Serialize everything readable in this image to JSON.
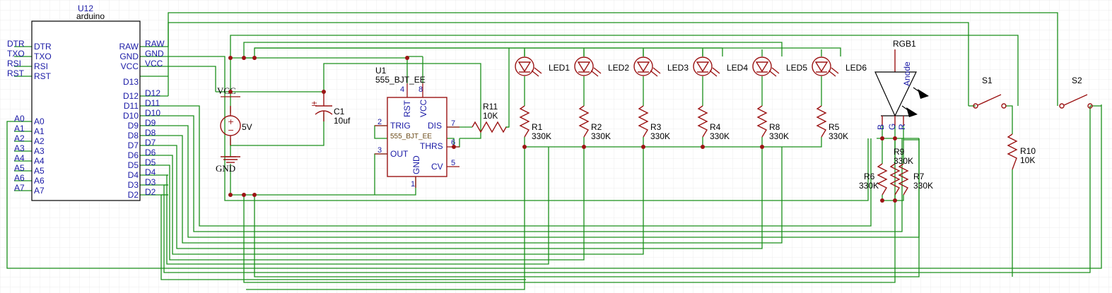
{
  "colors": {
    "wire": "#1a8f1a",
    "part": "#9b1414",
    "text": "#1a1aa6",
    "grid": "#e8e8e8"
  },
  "arduino": {
    "ref_overlap": "U12",
    "name": "arduino",
    "left_pins": [
      "DTR",
      "TXO",
      "RSI",
      "RST"
    ],
    "left_nets": [
      "DTR",
      "TXO",
      "RSI",
      "RST"
    ],
    "left_analog": [
      "A0",
      "A1",
      "A2",
      "A3",
      "A4",
      "A5",
      "A6",
      "A7"
    ],
    "left_analog_nets": [
      "A0",
      "A1",
      "A2",
      "A3",
      "A4",
      "A5",
      "A6",
      "A7"
    ],
    "right_pins": [
      "RAW",
      "GND",
      "VCC",
      "D13",
      "D12",
      "D11",
      "D10",
      "D9",
      "D8",
      "D7",
      "D6",
      "D5",
      "D4",
      "D3",
      "D2"
    ],
    "right_nets": [
      "RAW",
      "GND",
      "VCC",
      "",
      "D12",
      "D11",
      "D10",
      "D9",
      "D8",
      "D7",
      "D6",
      "D5",
      "D4",
      "D3",
      "D2"
    ]
  },
  "timer": {
    "ref": "U1",
    "value": "555_BJT_EE",
    "inner_value": "555_BJT_EE",
    "pins": {
      "rst": "RST",
      "vcc": "VCC",
      "trig": "TRIG",
      "dis": "DIS",
      "thrs": "THRS",
      "out": "OUT",
      "gnd": "GND",
      "cv": "CV"
    },
    "pin_nums": {
      "rst": "4",
      "vcc": "8",
      "trig": "2",
      "dis": "7",
      "thrs": "6",
      "out": "3",
      "gnd": "1",
      "cv": "5"
    }
  },
  "power": {
    "vcc": "VCC",
    "source": "5V",
    "gnd": "GND"
  },
  "c1": {
    "ref": "C1",
    "value": "10uf",
    "plus": "±"
  },
  "r11": {
    "ref": "R11",
    "value": "10K"
  },
  "leds": [
    {
      "ref": "LED1",
      "r_ref": "R1",
      "r_val": "330K"
    },
    {
      "ref": "LED2",
      "r_ref": "R2",
      "r_val": "330K"
    },
    {
      "ref": "LED3",
      "r_ref": "R3",
      "r_val": "330K"
    },
    {
      "ref": "LED4",
      "r_ref": "R4",
      "r_val": "330K"
    },
    {
      "ref": "LED5",
      "r_ref": "R8",
      "r_val": "330K"
    },
    {
      "ref": "LED6",
      "r_ref": "R5",
      "r_val": "330K"
    }
  ],
  "rgb": {
    "ref": "RGB1",
    "anode": "Anode",
    "b": "B",
    "g": "G",
    "r": "R",
    "r6_ref": "R6",
    "r6_val": "330K",
    "r9_ref": "R9",
    "r9_val": "330K",
    "r7_ref": "R7",
    "r7_val": "330K"
  },
  "switches": {
    "s1": "S1",
    "s2": "S2"
  },
  "r10": {
    "ref": "R10",
    "value": "10K"
  }
}
